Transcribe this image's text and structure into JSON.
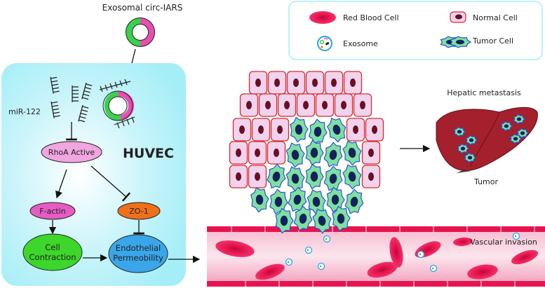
{
  "title": "Exosomal circ-IARS",
  "huvec": {
    "label": "HUVEC",
    "mirna": "miR-122",
    "nodes": {
      "rhoa": "RhoA Active",
      "factin": "F-actin",
      "zo1": "ZO-1",
      "contraction_1": "Cell",
      "contraction_2": "Contraction",
      "permeability_1": "Endothelial",
      "permeability_2": "Permeobility"
    }
  },
  "legend": {
    "rbc": "Red Blood Cell",
    "normal": "Normal Cell",
    "exosome": "Exosome",
    "tumor": "Tumor Cell"
  },
  "labels": {
    "hepatic": "Hepatic metastasis",
    "tumor": "Tumor",
    "vascular": "Vascular invasion"
  },
  "colors": {
    "huvec_bg": "#a6eef7",
    "rbc": "#e8134f",
    "normal_fill": "#f1d3ee",
    "normal_border": "#d92a2a",
    "tumor_fill": "#7ee0a0",
    "tumor_border": "#2b4fd6",
    "liver": "#a3202c",
    "rhoa": "#f0a6e0",
    "factin": "#e65cc4",
    "zo1": "#f0701a",
    "contraction": "#3dd62a",
    "permeability": "#3aa6ea"
  }
}
